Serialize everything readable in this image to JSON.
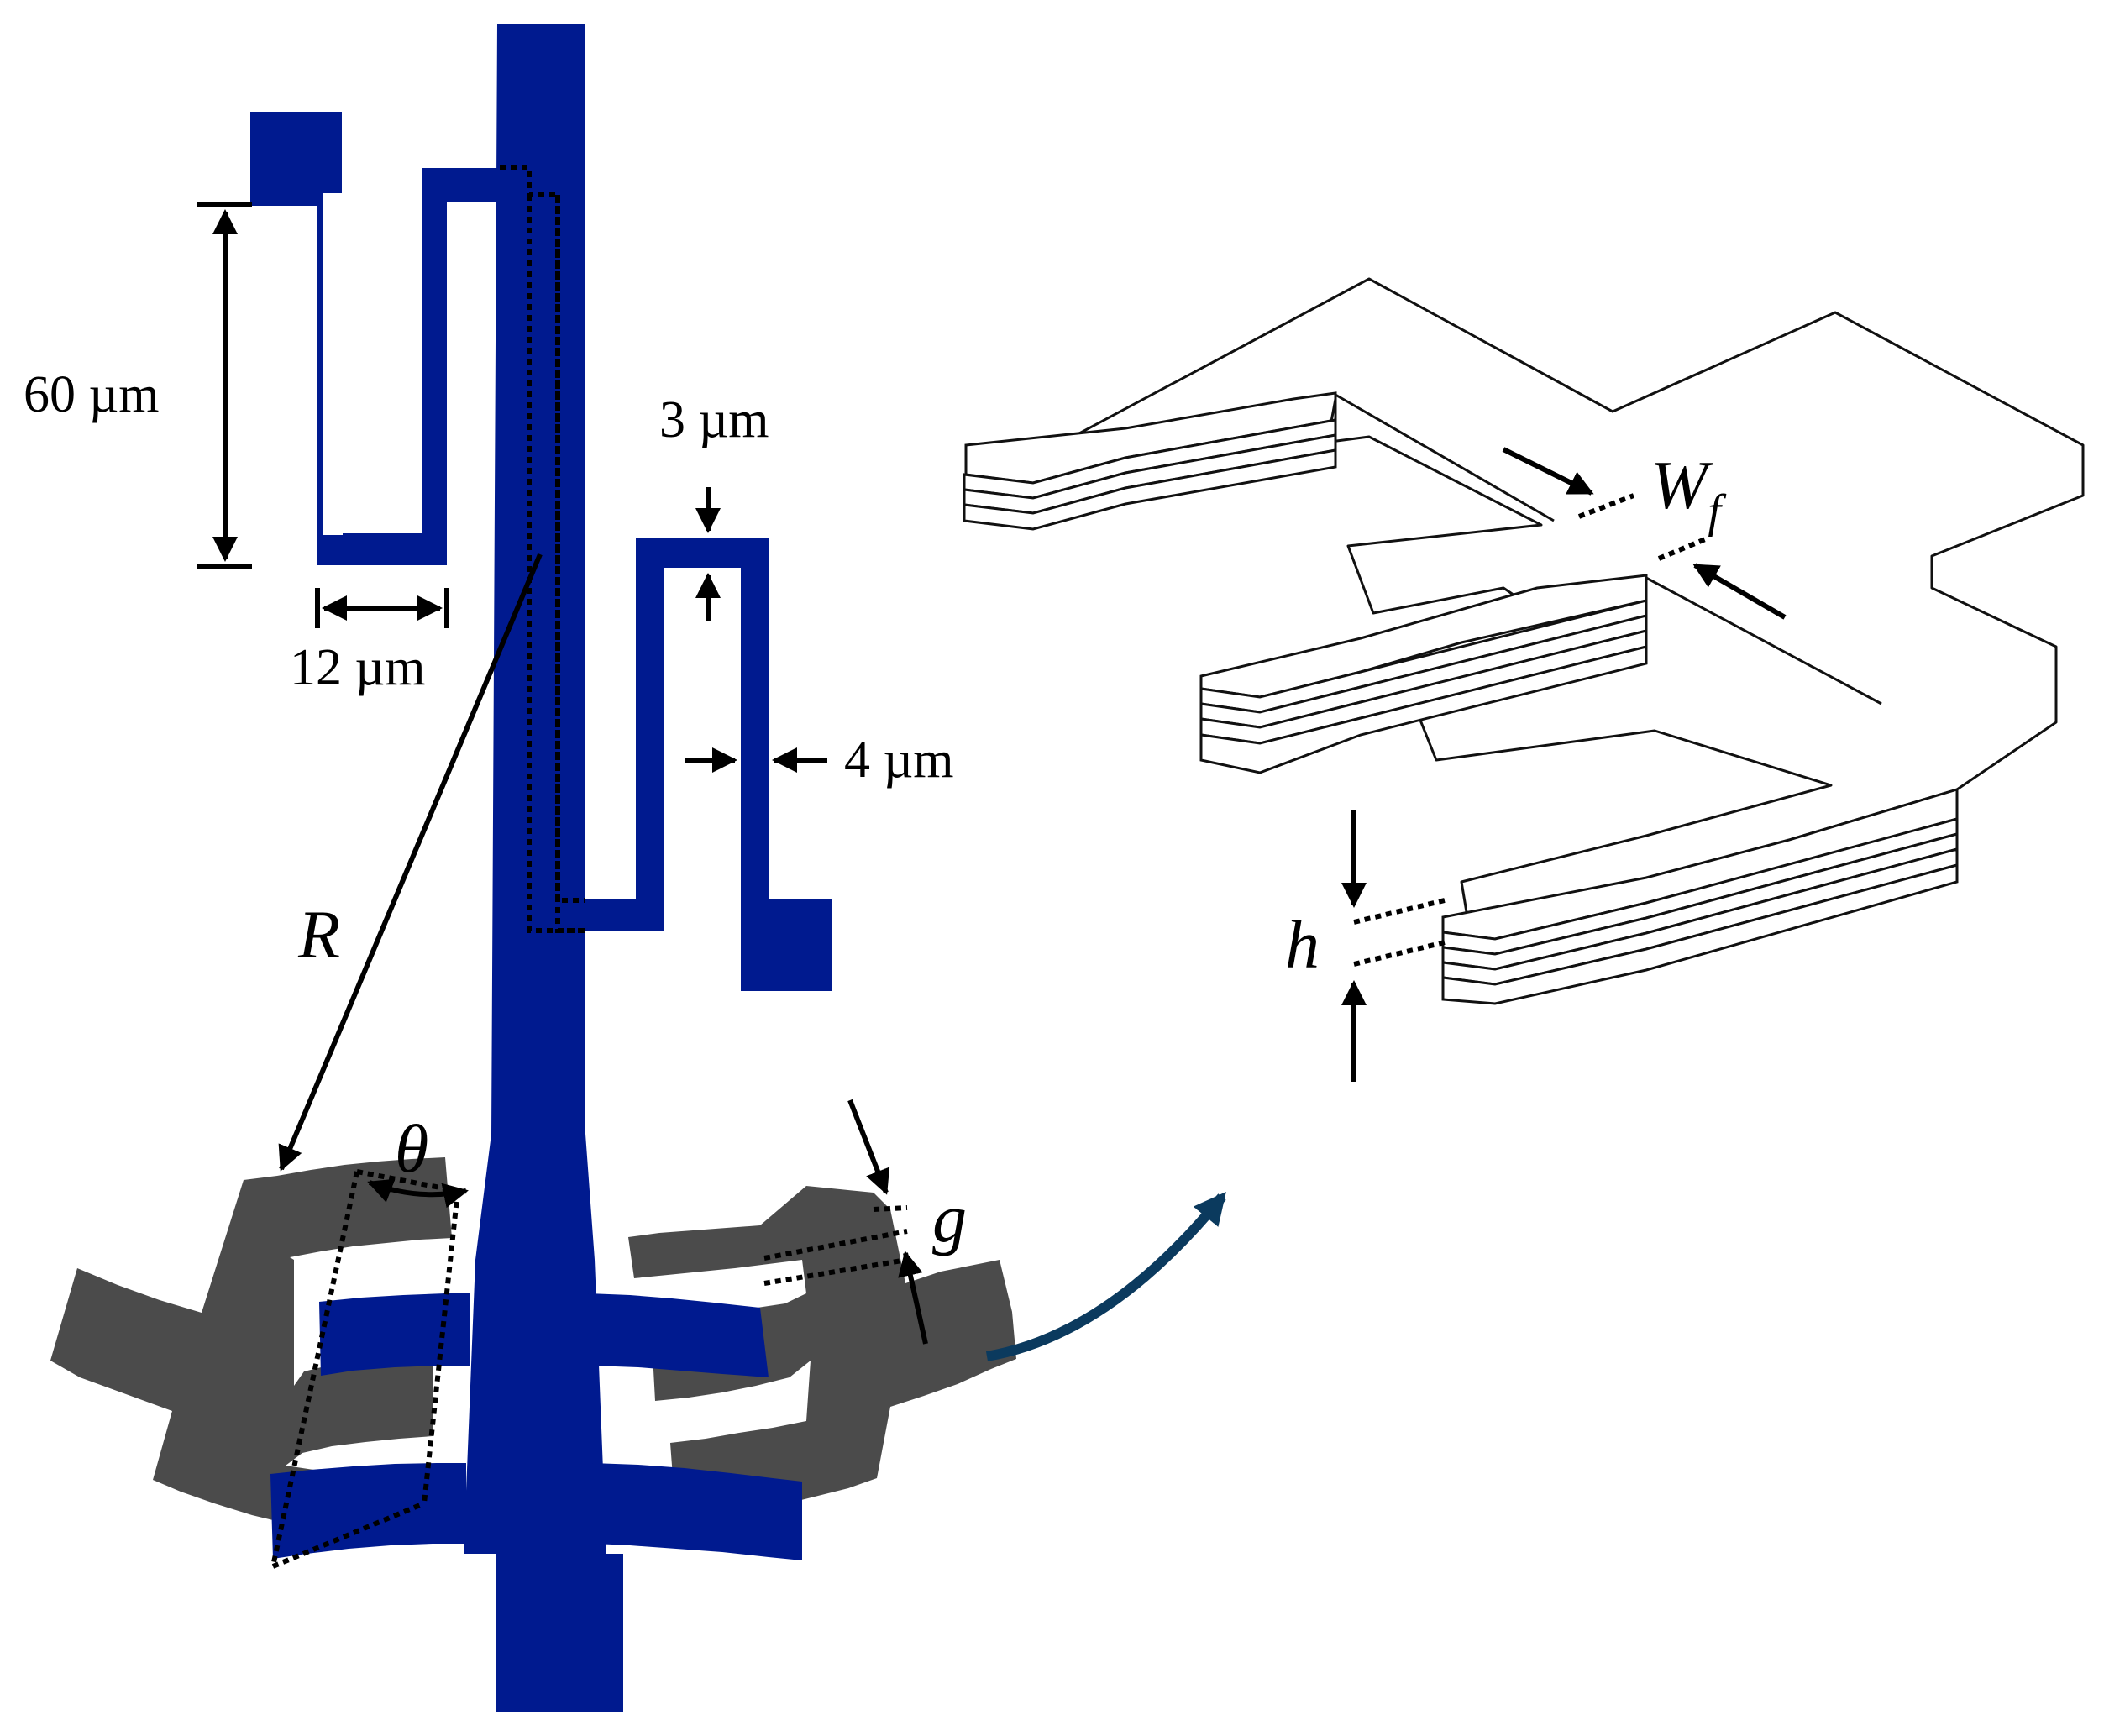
{
  "labels": {
    "height_60": "60 µm",
    "width_12": "12 µm",
    "gap_3": "3 µm",
    "width_4": "4 µm",
    "radius": "R",
    "angle": "θ",
    "gap": "g",
    "finger_width": "W",
    "finger_width_sub": "f",
    "thickness": "h"
  },
  "colors": {
    "rotor_blue": "#001a8f",
    "stator_grey": "#4b4b4b",
    "curved_arrow": "#0b3a5e"
  }
}
